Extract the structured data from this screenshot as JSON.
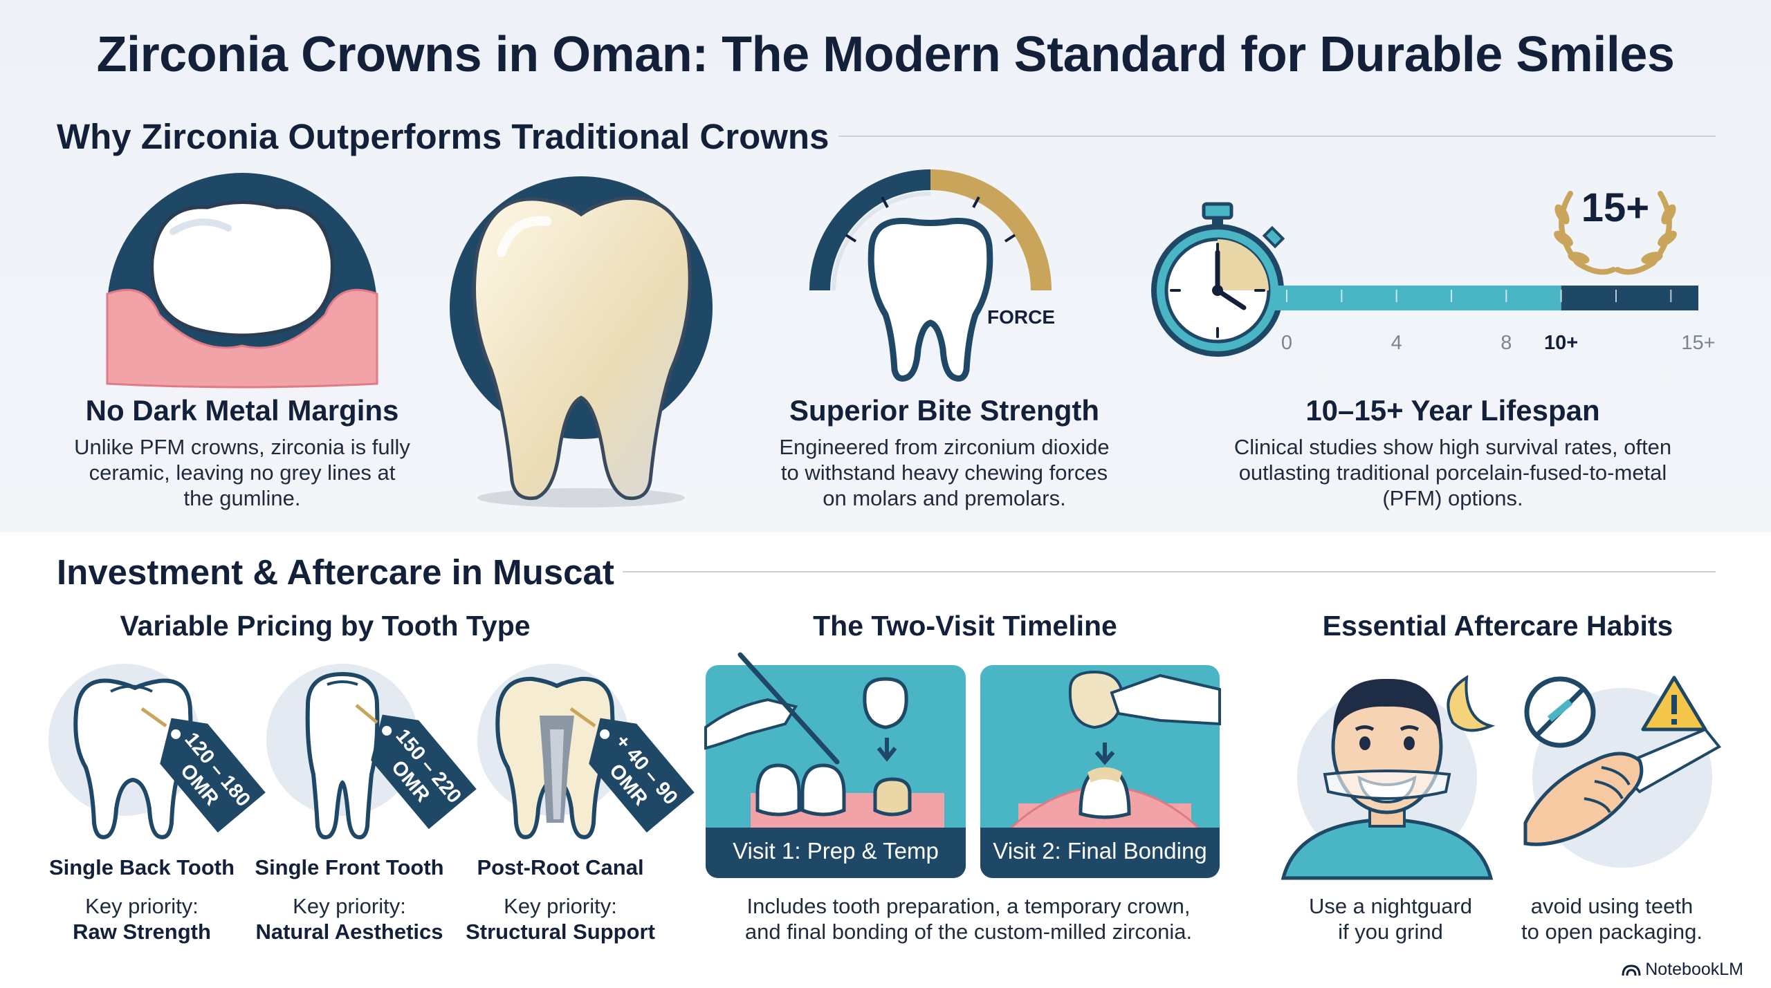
{
  "title": "Zirconia Crowns in Oman: The Modern Standard for Durable Smiles",
  "section1": {
    "heading": "Why Zirconia Outperforms Traditional Crowns",
    "features": [
      {
        "title": "No Dark Metal Margins",
        "desc": [
          "Unlike PFM crowns, zirconia is fully",
          "ceramic, leaving no grey lines at",
          "the gumline."
        ]
      },
      {
        "title": "Superior Bite Strength",
        "desc": [
          "Engineered from zirconium dioxide",
          "to withstand heavy chewing forces",
          "on molars and premolars."
        ],
        "gauge_label": "FORCE"
      },
      {
        "title": "10–15+ Year Lifespan",
        "desc": [
          "Clinical studies show high survival rates, often",
          "outlasting traditional porcelain-fused-to-metal",
          "(PFM) options."
        ],
        "badge": "15+",
        "timeline": {
          "ticks": [
            "0",
            "4",
            "8",
            "10+",
            "15+"
          ],
          "fill_to": "10+"
        }
      }
    ]
  },
  "section2": {
    "heading": "Investment & Aftercare in Muscat",
    "pricing": {
      "heading": "Variable Pricing by Tooth Type",
      "priority_prefix": "Key priority:",
      "items": [
        {
          "tag": [
            "120 – 180",
            "OMR"
          ],
          "label": "Single Back Tooth",
          "priority": "Raw Strength"
        },
        {
          "tag": [
            "150 – 220",
            "OMR"
          ],
          "label": "Single Front Tooth",
          "priority": "Natural Aesthetics"
        },
        {
          "tag": [
            "+ 40 – 90",
            "OMR"
          ],
          "label": "Post-Root Canal",
          "priority": "Structural Support"
        }
      ]
    },
    "timeline": {
      "heading": "The Two-Visit Timeline",
      "visits": [
        "Visit 1: Prep & Temp",
        "Visit 2: Final Bonding"
      ],
      "desc": [
        "Includes tooth preparation, a temporary crown,",
        "and final bonding of the custom-milled zirconia."
      ]
    },
    "aftercare": {
      "heading": "Essential Aftercare Habits",
      "habits": [
        {
          "text": [
            "Use a nightguard",
            "if you grind"
          ]
        },
        {
          "text": [
            "avoid using teeth",
            "to open packaging."
          ]
        }
      ]
    }
  },
  "brand": "NotebookLM",
  "colors": {
    "navy": "#1f4766",
    "teal": "#4ab5c4",
    "gold": "#c8a55a",
    "gum": "#f2a3a8",
    "dark": "#13203a"
  }
}
